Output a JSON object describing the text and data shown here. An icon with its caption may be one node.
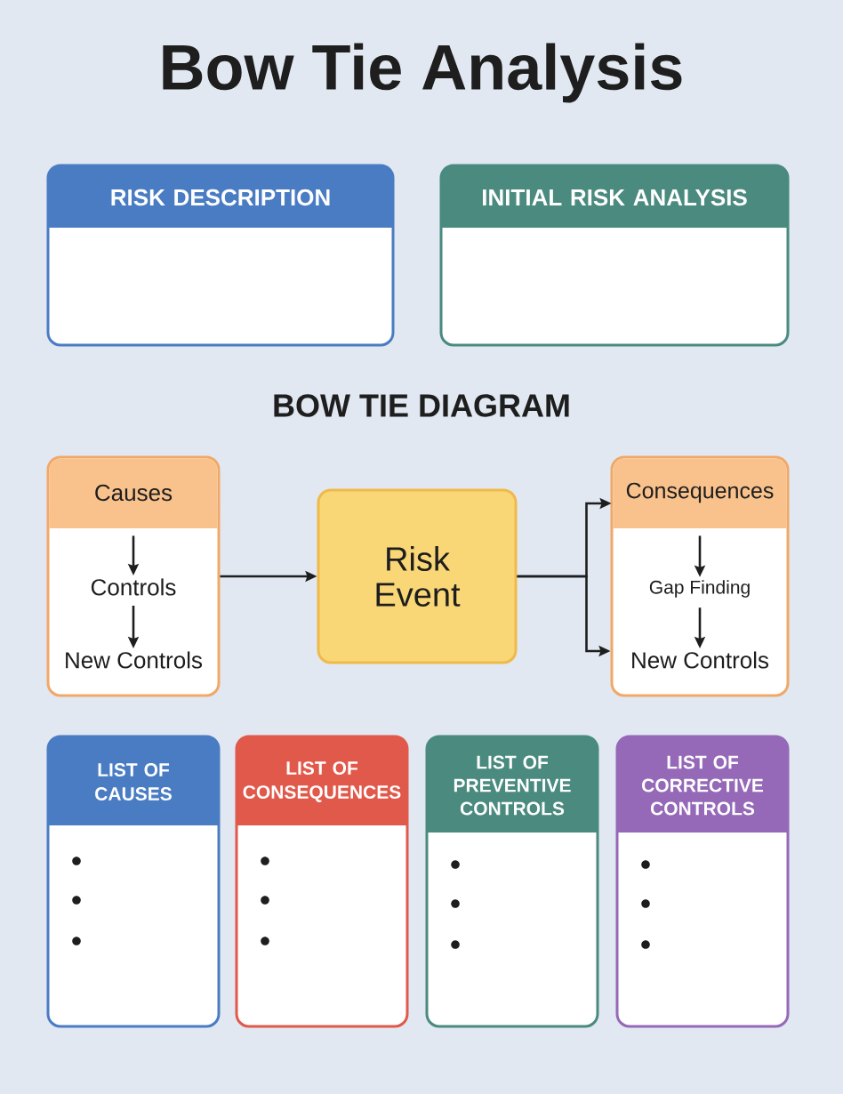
{
  "diagram": {
    "title": "Bow Tie Analysis",
    "nodes": [
      {
        "text": [
          "RISK DESCRIPTION"
        ]
      },
      {
        "text": [
          "INITIAL RISK ANALYSIS"
        ]
      },
      {
        "text": [],
        "shape": "box"
      },
      {
        "text": [
          "Causes"
        ],
        "in": 2
      },
      {
        "text": [
          "Controls"
        ],
        "in": 2
      },
      {
        "text": [
          "New Controls"
        ],
        "in": 2
      },
      {
        "text": [
          "Risk Event"
        ]
      },
      {
        "text": [],
        "shape": "box"
      },
      {
        "text": [
          "Consequences"
        ],
        "in": 7
      },
      {
        "text": [
          "Gap Finding"
        ],
        "in": 7
      },
      {
        "text": [
          "New Controls"
        ],
        "in": 7
      },
      {
        "text": [
          "LIST OF CAUSES"
        ]
      },
      {
        "text": [
          "LIST OF CONSEQUENCES"
        ]
      },
      {
        "text": [
          "LIST OF PREVENTIVE CONTROLS"
        ]
      },
      {
        "text": [
          "LIST OF CORRECTIVE CONTROLS"
        ]
      }
    ],
    "edges": [
      {
        "from": 3,
        "to": 4,
        "arrow": "to"
      },
      {
        "from": 4,
        "to": 5,
        "arrow": "to"
      },
      {
        "from": 2,
        "to": 6,
        "arrow": "to"
      },
      {
        "from": 6,
        "to": 8,
        "arrow": "to"
      },
      {
        "from": 6,
        "to": 7,
        "arrow": "to"
      },
      {
        "from": 8,
        "to": 9,
        "arrow": "to"
      },
      {
        "from": 9,
        "to": 10,
        "arrow": "to"
      }
    ],
    "labels": [
      "BOW TIE DIAGRAM"
    ]
  }
}
